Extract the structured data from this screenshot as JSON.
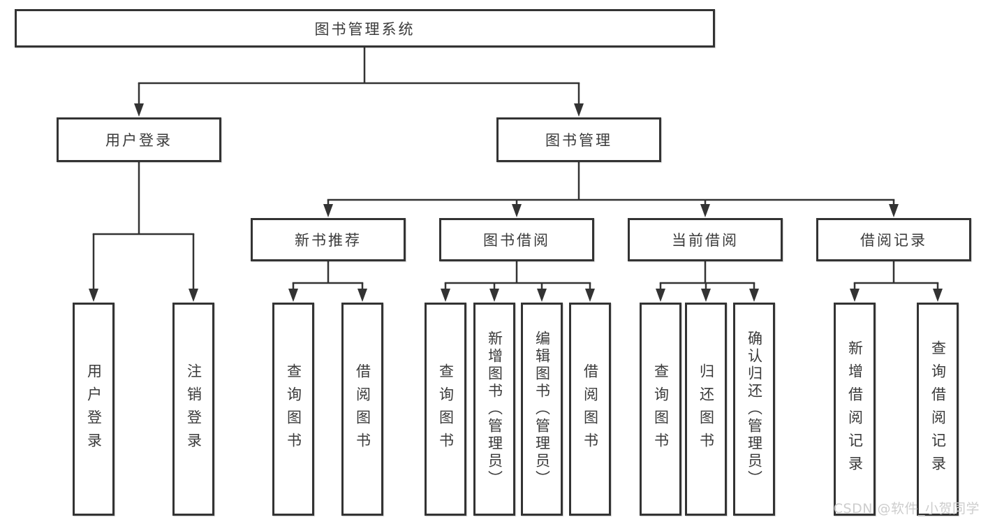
{
  "title": "图书管理系统",
  "level2": [
    {
      "id": "user-login",
      "label": "用户登录"
    },
    {
      "id": "book-management",
      "label": "图书管理"
    }
  ],
  "level3": [
    {
      "id": "new-book-recommend",
      "label": "新书推荐",
      "parent": "图书管理"
    },
    {
      "id": "book-borrowing",
      "label": "图书借阅",
      "parent": "图书管理"
    },
    {
      "id": "current-borrowing",
      "label": "当前借阅",
      "parent": "图书管理"
    },
    {
      "id": "borrowing-records",
      "label": "借阅记录",
      "parent": "图书管理"
    }
  ],
  "leaves": [
    {
      "group": "用户登录",
      "label": "用户登录"
    },
    {
      "group": "用户登录",
      "label": "注销登录"
    },
    {
      "group": "新书推荐",
      "label": "查询图书"
    },
    {
      "group": "新书推荐",
      "label": "借阅图书"
    },
    {
      "group": "图书借阅",
      "label": "查询图书"
    },
    {
      "group": "图书借阅",
      "label": "新增图书（管理员）"
    },
    {
      "group": "图书借阅",
      "label": "编辑图书（管理员）"
    },
    {
      "group": "图书借阅",
      "label": "借阅图书"
    },
    {
      "group": "当前借阅",
      "label": "查询图书"
    },
    {
      "group": "当前借阅",
      "label": "归还图书"
    },
    {
      "group": "当前借阅",
      "label": "确认归还（管理员）"
    },
    {
      "group": "借阅记录",
      "label": "新增借阅记录"
    },
    {
      "group": "借阅记录",
      "label": "查询借阅记录"
    }
  ],
  "watermark": "CSDN @软件_小贺同学",
  "colors": {
    "line": "#333333",
    "text": "#3a3a3a",
    "watermark": "#cdcdcd",
    "background": "#ffffff"
  }
}
